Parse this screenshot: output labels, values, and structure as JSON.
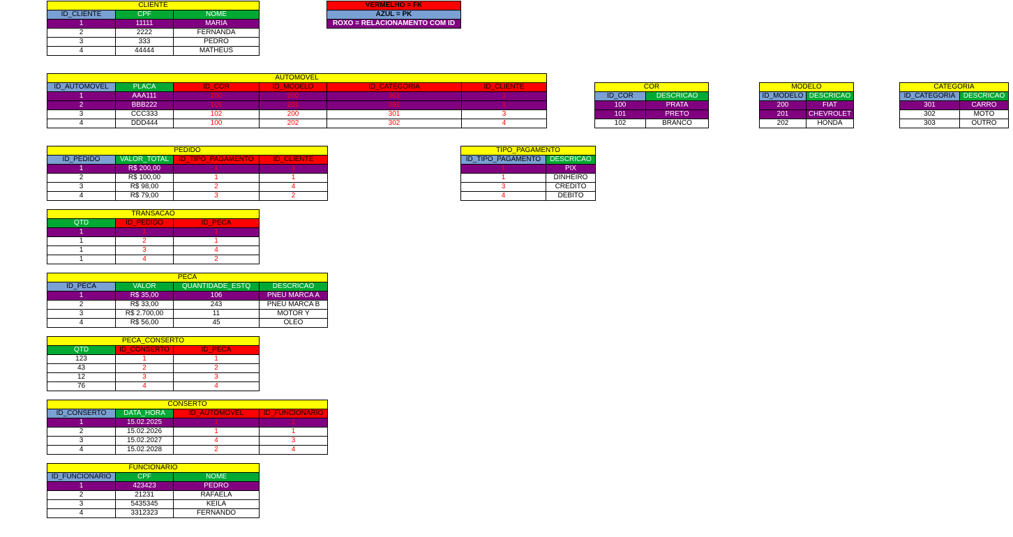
{
  "legend": {
    "red": "VERMELHO = FK",
    "blue": "AZUL = PK",
    "purple": "ROXO = RELACIONAMENTO COM ID"
  },
  "colors": {
    "title": "#ffff00",
    "pk": "#7aa0d4",
    "fk": "#ff0000",
    "attr": "#00a933",
    "relationship": "#800080"
  },
  "tables": {
    "cliente": {
      "title": "CLIENTE",
      "headers": [
        "ID_CLIENTE",
        "CPF",
        "NOME"
      ],
      "rows": [
        [
          "1",
          "11111",
          "MARIA"
        ],
        [
          "2",
          "2222",
          "FERNANDA"
        ],
        [
          "3",
          "333",
          "PEDRO"
        ],
        [
          "4",
          "44444",
          "MATHEUS"
        ]
      ]
    },
    "automovel": {
      "title": "AUTOMOVEL",
      "headers": [
        "ID_AUTOMOVEL",
        "PLACA",
        "ID_COR",
        "ID_MODELO",
        "ID_CATEGORIA",
        "ID_CLIENTE"
      ],
      "rows": [
        [
          "1",
          "AAA111",
          "100",
          "200",
          "301",
          "1"
        ],
        [
          "2",
          "BBB222",
          "101",
          "201",
          "301",
          "1"
        ],
        [
          "3",
          "CCC333",
          "102",
          "200",
          "301",
          "3"
        ],
        [
          "4",
          "DDD444",
          "100",
          "202",
          "302",
          "4"
        ]
      ]
    },
    "cor": {
      "title": "COR",
      "headers": [
        "ID_COR",
        "DESCRICAO"
      ],
      "rows": [
        [
          "100",
          "PRATA"
        ],
        [
          "101",
          "PRETO"
        ],
        [
          "102",
          "BRANCO"
        ]
      ]
    },
    "modelo": {
      "title": "MODELO",
      "headers": [
        "ID_MODELO",
        "DESCRICAO"
      ],
      "rows": [
        [
          "200",
          "FIAT"
        ],
        [
          "201",
          "CHEVROLET"
        ],
        [
          "202",
          "HONDA"
        ]
      ]
    },
    "categoria": {
      "title": "CATEGORIA",
      "headers": [
        "ID_CATEGORIA",
        "DESCRICAO"
      ],
      "rows": [
        [
          "301",
          "CARRO"
        ],
        [
          "302",
          "MOTO"
        ],
        [
          "303",
          "OUTRO"
        ]
      ]
    },
    "pedido": {
      "title": "PEDIDO",
      "headers": [
        "ID_PEDIDO",
        "VALOR_TOTAL",
        "ID_TIPO_PAGAMENTO",
        "ID_CLIENTE"
      ],
      "rows": [
        [
          "1",
          "R$ 200,00",
          "1",
          "1"
        ],
        [
          "2",
          "R$ 100,00",
          "1",
          "1"
        ],
        [
          "3",
          "R$ 98,00",
          "2",
          "4"
        ],
        [
          "4",
          "R$ 79,00",
          "3",
          "2"
        ]
      ]
    },
    "tipo_pagamento": {
      "title": "TIPO_PAGAMENTO",
      "headers": [
        "ID_TIPO_PAGAMENTO",
        "DESCRICAO"
      ],
      "rows": [
        [
          "1",
          "PIX"
        ],
        [
          "1",
          "DINHEIRO"
        ],
        [
          "3",
          "CREDITO"
        ],
        [
          "4",
          "DEBITO"
        ]
      ]
    },
    "transacao": {
      "title": "TRANSACAO",
      "headers": [
        "QTD",
        "ID_PEDIDO",
        "ID_PECA"
      ],
      "rows": [
        [
          "1",
          "1",
          "1"
        ],
        [
          "1",
          "2",
          "1"
        ],
        [
          "1",
          "3",
          "4"
        ],
        [
          "1",
          "4",
          "2"
        ]
      ]
    },
    "peca": {
      "title": "PECA",
      "headers": [
        "ID_PECA",
        "VALOR",
        "QUANTIDADE_ESTQ",
        "DESCRICAO"
      ],
      "rows": [
        [
          "1",
          "R$ 35,00",
          "106",
          "PNEU MARCA A"
        ],
        [
          "2",
          "R$ 33,00",
          "243",
          "PNEU MARCA B"
        ],
        [
          "3",
          "R$ 2.700,00",
          "11",
          "MOTOR Y"
        ],
        [
          "4",
          "R$ 56,00",
          "45",
          "OLEO"
        ]
      ]
    },
    "peca_conserto": {
      "title": "PECA_CONSERTO",
      "headers": [
        "QTD",
        "ID_CONSERTO",
        "ID_PECA"
      ],
      "rows": [
        [
          "123",
          "1",
          "1"
        ],
        [
          "43",
          "2",
          "2"
        ],
        [
          "12",
          "3",
          "3"
        ],
        [
          "76",
          "4",
          "4"
        ]
      ]
    },
    "conserto": {
      "title": "CONSERTO",
      "headers": [
        "ID_CONSERTO",
        "DATA_HORA",
        "ID_AUTOMOVEL",
        "ID_FUNCIONARIO"
      ],
      "rows": [
        [
          "1",
          "15.02.2025",
          "1",
          "1"
        ],
        [
          "2",
          "15.02.2026",
          "1",
          "1"
        ],
        [
          "3",
          "15.02.2027",
          "4",
          "3"
        ],
        [
          "4",
          "15.02.2028",
          "2",
          "4"
        ]
      ]
    },
    "funcionario": {
      "title": "FUNCIONARIO",
      "headers": [
        "ID_FUNCIONARIO",
        "CPF",
        "NOME"
      ],
      "rows": [
        [
          "1",
          "423423",
          "PEDRO"
        ],
        [
          "2",
          "21231",
          "RAFAELA"
        ],
        [
          "3",
          "5435345",
          "KEILA"
        ],
        [
          "4",
          "3312323",
          "FERNANDO"
        ]
      ]
    }
  }
}
